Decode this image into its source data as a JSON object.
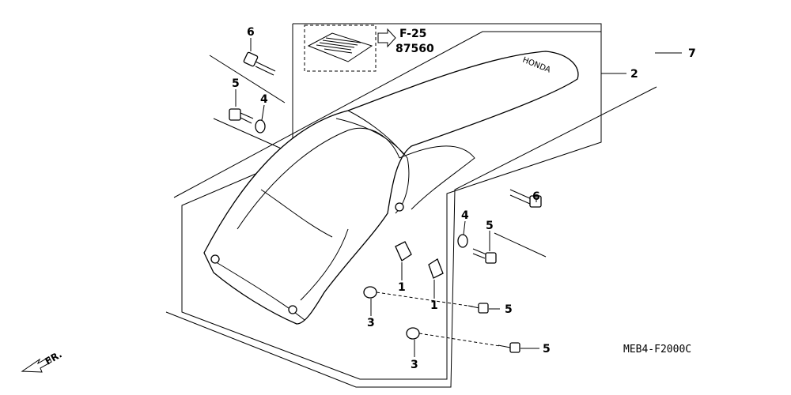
{
  "diagram": {
    "reference": {
      "section": "F-25",
      "part_number": "87560"
    },
    "callouts": [
      {
        "id": "c7",
        "label": "7"
      },
      {
        "id": "c2",
        "label": "2"
      },
      {
        "id": "c6a",
        "label": "6"
      },
      {
        "id": "c5a",
        "label": "5"
      },
      {
        "id": "c4a",
        "label": "4"
      },
      {
        "id": "c6b",
        "label": "6"
      },
      {
        "id": "c4b",
        "label": "4"
      },
      {
        "id": "c5b",
        "label": "5"
      },
      {
        "id": "c1a",
        "label": "1"
      },
      {
        "id": "c1b",
        "label": "1"
      },
      {
        "id": "c3a",
        "label": "3"
      },
      {
        "id": "c5c",
        "label": "5"
      },
      {
        "id": "c3b",
        "label": "3"
      },
      {
        "id": "c5d",
        "label": "5"
      }
    ],
    "diagram_code": "MEB4-F2000C",
    "direction_label": "FR.",
    "brand_mark": "HONDA"
  }
}
